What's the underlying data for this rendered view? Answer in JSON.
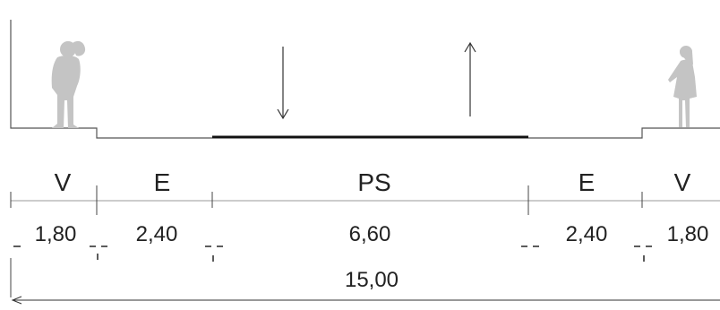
{
  "zones": [
    {
      "code": "V",
      "width": "1,80"
    },
    {
      "code": "E",
      "width": "2,40"
    },
    {
      "code": "PS",
      "width": "6,60"
    },
    {
      "code": "E",
      "width": "2,40"
    },
    {
      "code": "V",
      "width": "1,80"
    }
  ],
  "total_width": "15,00",
  "traffic_arrows": [
    "down-arrow",
    "up-arrow"
  ],
  "colors": {
    "figure": "#c4c4c4",
    "ground": "#555555",
    "road": "#111111",
    "lines": "#333333"
  }
}
